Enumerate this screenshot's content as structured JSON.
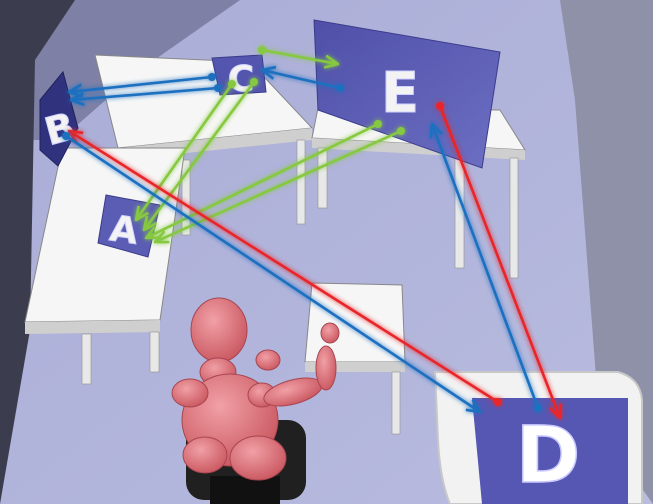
{
  "displays": [
    {
      "id": "A",
      "label": "A"
    },
    {
      "id": "B",
      "label": "B"
    },
    {
      "id": "C",
      "label": "C"
    },
    {
      "id": "D",
      "label": "D"
    },
    {
      "id": "E",
      "label": "E"
    }
  ],
  "transitions": [
    {
      "from": "C",
      "to": "B",
      "color": "blue"
    },
    {
      "from": "C",
      "to": "B",
      "color": "blue"
    },
    {
      "from": "C",
      "to": "E",
      "color": "green"
    },
    {
      "from": "E",
      "to": "C",
      "color": "blue"
    },
    {
      "from": "C",
      "to": "A",
      "color": "green"
    },
    {
      "from": "C",
      "to": "A",
      "color": "green"
    },
    {
      "from": "E",
      "to": "A",
      "color": "green"
    },
    {
      "from": "E",
      "to": "A",
      "color": "green"
    },
    {
      "from": "D",
      "to": "B",
      "color": "red"
    },
    {
      "from": "B",
      "to": "D",
      "color": "blue"
    },
    {
      "from": "E",
      "to": "D",
      "color": "red"
    },
    {
      "from": "D",
      "to": "E",
      "color": "blue"
    }
  ],
  "colors": {
    "red": "#e8262a",
    "blue": "#1f6fc0",
    "green": "#86c93f",
    "screen": "#5254a8",
    "figure": "#e37980"
  }
}
